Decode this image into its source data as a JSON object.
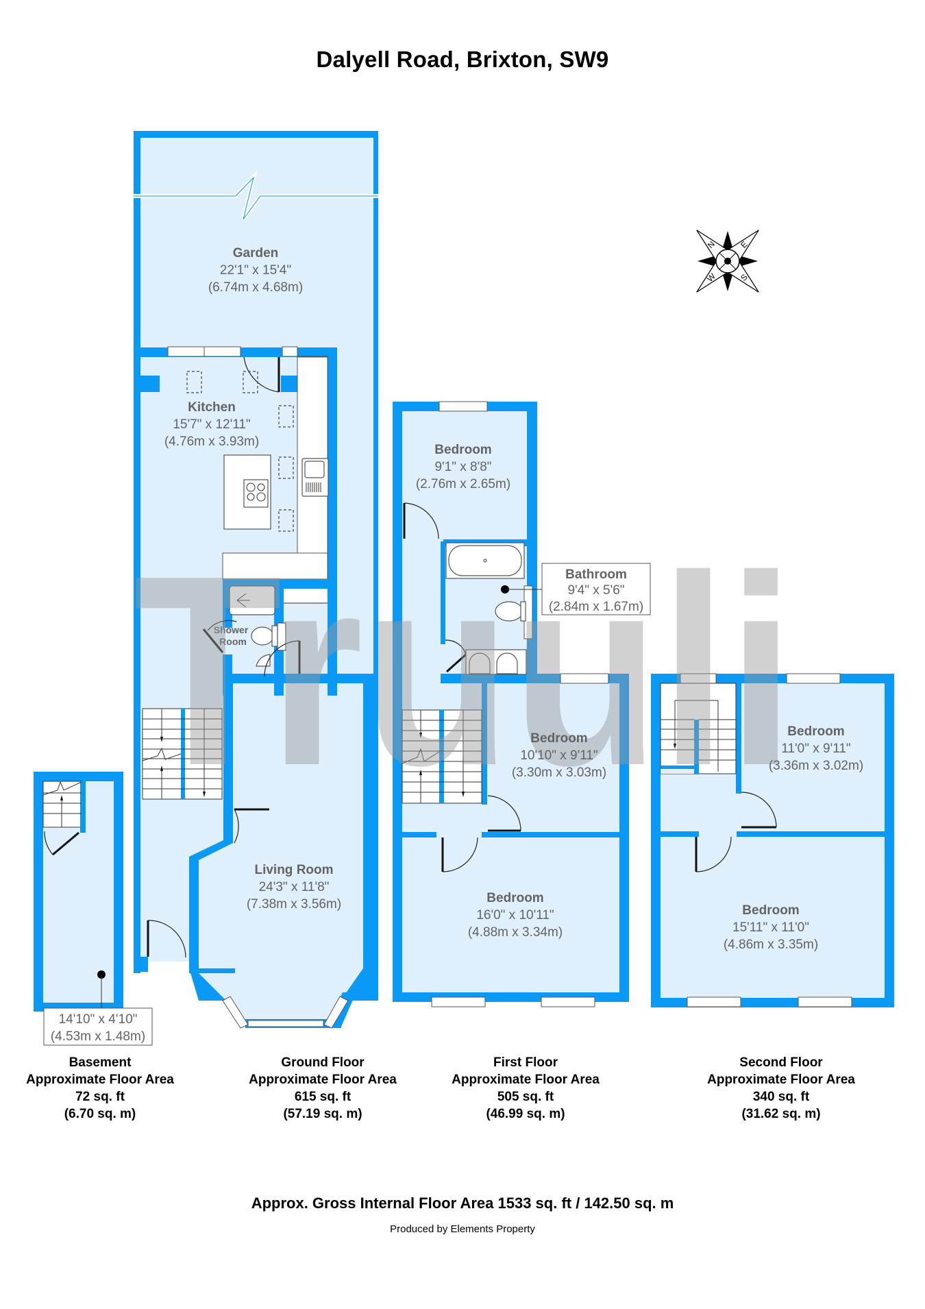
{
  "title": "Dalyell Road, Brixton, SW9",
  "watermark": "Truuli",
  "compass": {
    "labels": [
      "N",
      "E",
      "S",
      "W"
    ]
  },
  "colors": {
    "wall": "#0a99f5",
    "floor_fill": "#dfeffc",
    "text": "#636363"
  },
  "rooms": {
    "garden": {
      "name": "Garden",
      "imperial": "22'1\" x 15'4\"",
      "metric": "(6.74m x 4.68m)"
    },
    "kitchen": {
      "name": "Kitchen",
      "imperial": "15'7\" x 12'11\"",
      "metric": "(4.76m x 3.93m)"
    },
    "shower_room": {
      "name_line1": "Shower",
      "name_line2": "Room"
    },
    "living_room": {
      "name": "Living Room",
      "imperial": "24'3\" x 11'8\"",
      "metric": "(7.38m x 3.56m)"
    },
    "basement_room": {
      "imperial": "14'10\" x 4'10\"",
      "metric": "(4.53m x 1.48m)"
    },
    "ff_bedroom_small": {
      "name": "Bedroom",
      "imperial": "9'1\" x 8'8\"",
      "metric": "(2.76m x 2.65m)"
    },
    "bathroom": {
      "name": "Bathroom",
      "imperial": "9'4\" x 5'6\"",
      "metric": "(2.84m x 1.67m)"
    },
    "ff_bedroom_mid": {
      "name": "Bedroom",
      "imperial": "10'10\" x 9'11\"",
      "metric": "(3.30m x 3.03m)"
    },
    "ff_bedroom_large": {
      "name": "Bedroom",
      "imperial": "16'0\" x 10'11\"",
      "metric": "(4.88m x 3.34m)"
    },
    "sf_bedroom_top": {
      "name": "Bedroom",
      "imperial": "11'0\" x 9'11\"",
      "metric": "(3.36m x 3.02m)"
    },
    "sf_bedroom_bottom": {
      "name": "Bedroom",
      "imperial": "15'11\" x 11'0\"",
      "metric": "(4.86m x 3.35m)"
    }
  },
  "floors": [
    {
      "name": "Basement",
      "label": "Approximate Floor Area",
      "sqft": "72 sq. ft",
      "sqm": "(6.70 sq. m)"
    },
    {
      "name": "Ground Floor",
      "label": "Approximate Floor Area",
      "sqft": "615 sq. ft",
      "sqm": "(57.19 sq. m)"
    },
    {
      "name": "First Floor",
      "label": "Approximate Floor Area",
      "sqft": "505 sq. ft",
      "sqm": "(46.99 sq. m)"
    },
    {
      "name": "Second Floor",
      "label": "Approximate Floor Area",
      "sqft": "340 sq. ft",
      "sqm": "(31.62 sq. m)"
    }
  ],
  "gross_area": "Approx. Gross Internal Floor Area 1533 sq. ft / 142.50 sq. m",
  "produced_by": "Produced by Elements Property"
}
